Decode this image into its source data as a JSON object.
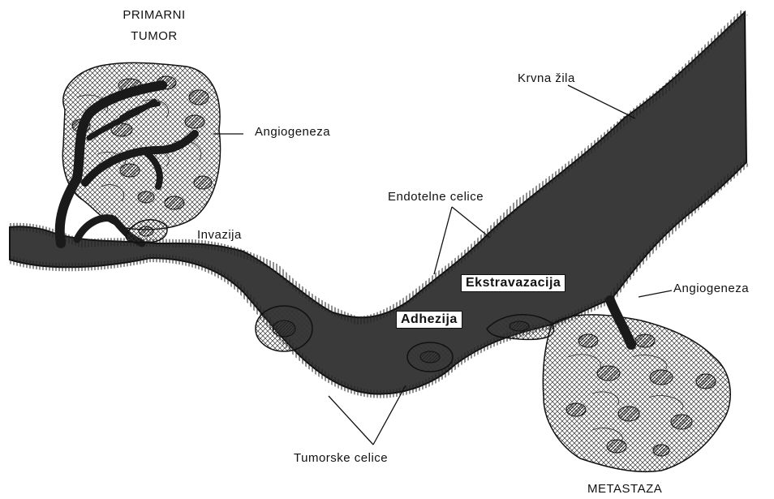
{
  "labels": {
    "primary_tumor_line1": "PRIMARNI",
    "primary_tumor_line2": "TUMOR",
    "angiogenesis_top": "Angiogeneza",
    "blood_vessel": "Krvna žila",
    "endothelial_cells": "Endotelne celice",
    "invasion": "Invazija",
    "extravasation": "Ekstravazacija",
    "adhesion": "Adhezija",
    "angiogenesis_right": "Angiogeneza",
    "tumor_cells": "Tumorske celice",
    "metastasis": "METASTAZA"
  },
  "colors": {
    "vessel_fill": "#3a3a3a",
    "line": "#111111",
    "background": "#ffffff"
  }
}
